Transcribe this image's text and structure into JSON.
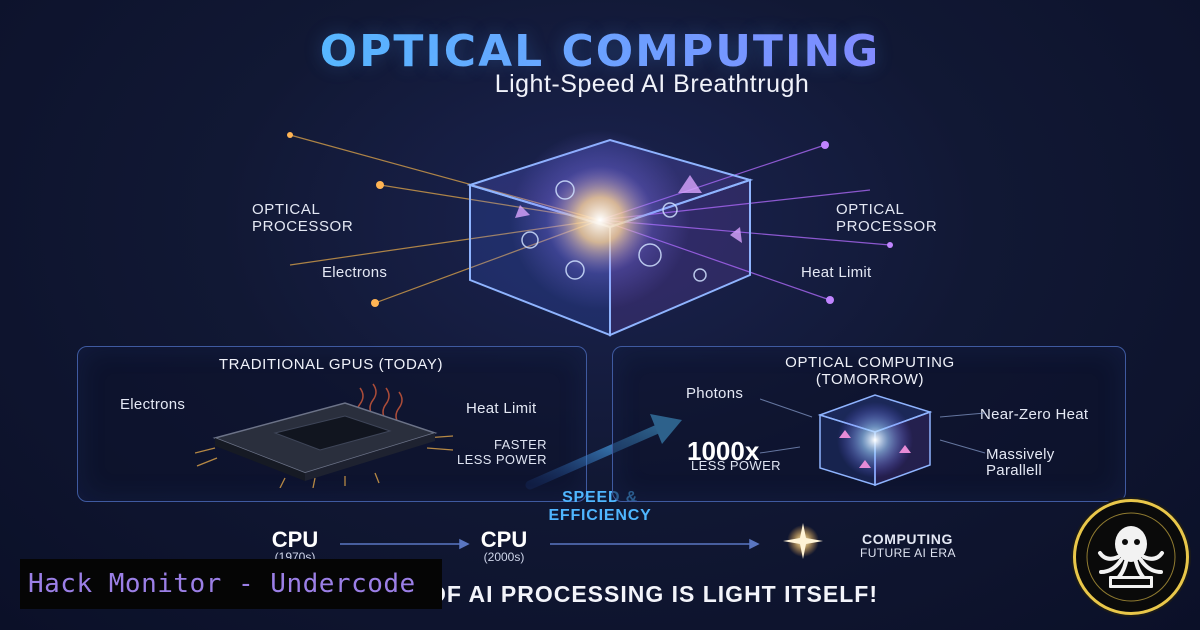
{
  "header": {
    "title": "OPTICAL COMPUTING",
    "subtitle": "Light-Speed AI Breathtrugh"
  },
  "hero": {
    "left_label_top": "OPTICAL PROCESSOR",
    "left_label_bottom": "Electrons",
    "right_label_top": "OPTICAL PROCESSOR",
    "right_label_bottom": "Heat Limit"
  },
  "left_panel": {
    "title": "TRADITIONAL GPUS (TODAY)",
    "electrons": "Electrons",
    "heat_limit": "Heat Limit",
    "faster": "FASTER",
    "less_power": "LESS POWER"
  },
  "right_panel": {
    "title_line1": "OPTICAL COMPUTING",
    "title_line2": "(TOMORROW)",
    "photons": "Photons",
    "multiplier": "1000x",
    "multiplier_sub": "LESS POWER",
    "near_zero_heat": "Near-Zero Heat",
    "massively": "Massively",
    "parallel": "Parallell"
  },
  "arrow_caption": {
    "line1": "SPEED &",
    "line2": "EFFICIENCY"
  },
  "timeline": {
    "items": [
      {
        "label": "CPU",
        "sub": "(1970s)"
      },
      {
        "label": "CPU",
        "sub": "(2000s)"
      }
    ],
    "final_label": "COMPUTING",
    "final_sub": "FUTURE AI ERA"
  },
  "footer": {
    "tagline": "OF AI PROCESSING IS LIGHT ITSELF!"
  },
  "banner": {
    "text": "Hack Monitor - Undercode"
  },
  "colors": {
    "accent_cyan": "#3fd3ff",
    "accent_purple": "#a46dff",
    "arrow_blue": "#4fb6ff",
    "panel_border": "#3f5aa0",
    "banner_text": "#9b7fe6",
    "badge_gold": "#e9c74a"
  },
  "icons": [
    "glass-cube-processor-icon",
    "gpu-chip-icon",
    "optical-cube-icon",
    "upward-arrow-icon",
    "star-burst-icon",
    "octopus-logo-icon"
  ]
}
